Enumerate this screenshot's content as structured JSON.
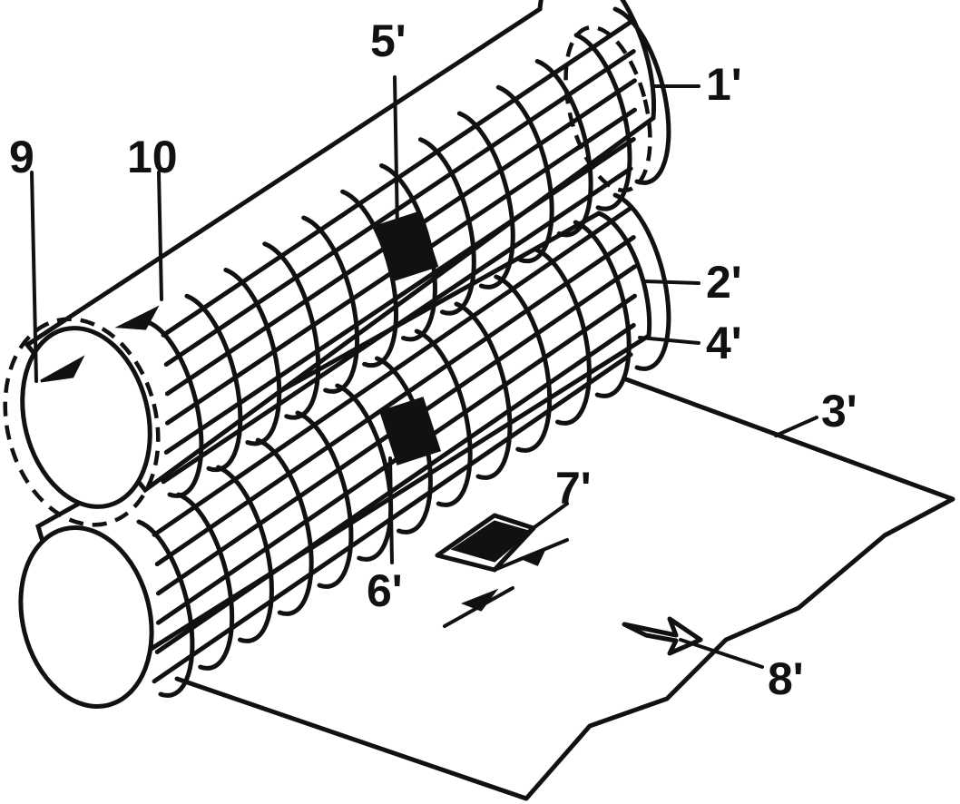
{
  "labels": {
    "roller_upper": "1'",
    "roller_lower": "2'",
    "sheet": "3'",
    "grid_lower": "4'",
    "cell_upper": "5'",
    "cell_lower": "6'",
    "print_mark": "7'",
    "feed_direction": "8'",
    "rotation_outer": "9",
    "rotation_inner": "10"
  },
  "colors": {
    "ink": "#111111",
    "paper": "#ffffff"
  },
  "icons": [
    "rotation-arrow-icon",
    "feed-direction-arrow-icon",
    "dimension-arrow-icon"
  ]
}
